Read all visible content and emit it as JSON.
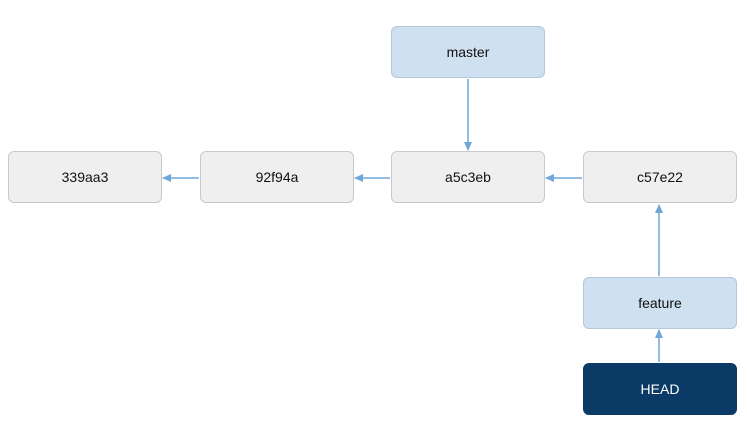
{
  "commits": {
    "c1": "339aa3",
    "c2": "92f94a",
    "c3": "a5c3eb",
    "c4": "c57e22"
  },
  "branches": {
    "master": "master",
    "feature": "feature"
  },
  "head": {
    "label": "HEAD"
  },
  "colors": {
    "commit_fill": "#efefef",
    "branch_fill": "#cfe0f0",
    "head_fill": "#0b3a66",
    "arrow": "#6fa7d8"
  }
}
